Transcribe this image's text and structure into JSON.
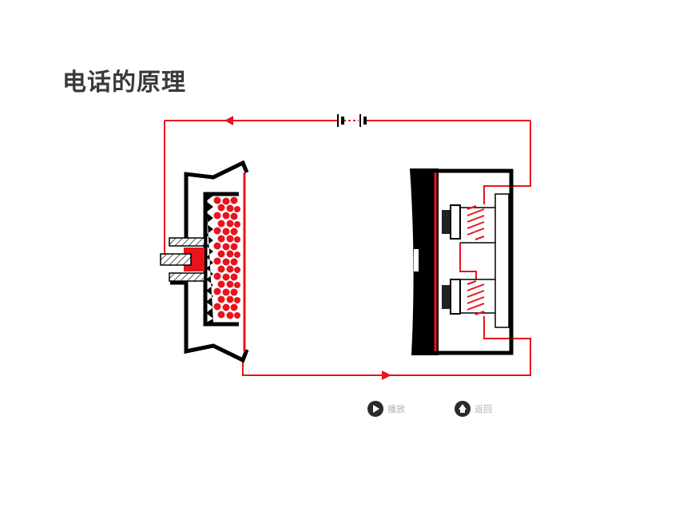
{
  "title": "电话的原理",
  "controls": {
    "play_label": "播放",
    "back_label": "返回"
  },
  "colors": {
    "wire": "#e8141c",
    "outline": "#000000",
    "hatch": "#555555",
    "title": "#3a3a3a"
  },
  "icons": [
    "play-icon",
    "back-icon",
    "battery-icon"
  ]
}
